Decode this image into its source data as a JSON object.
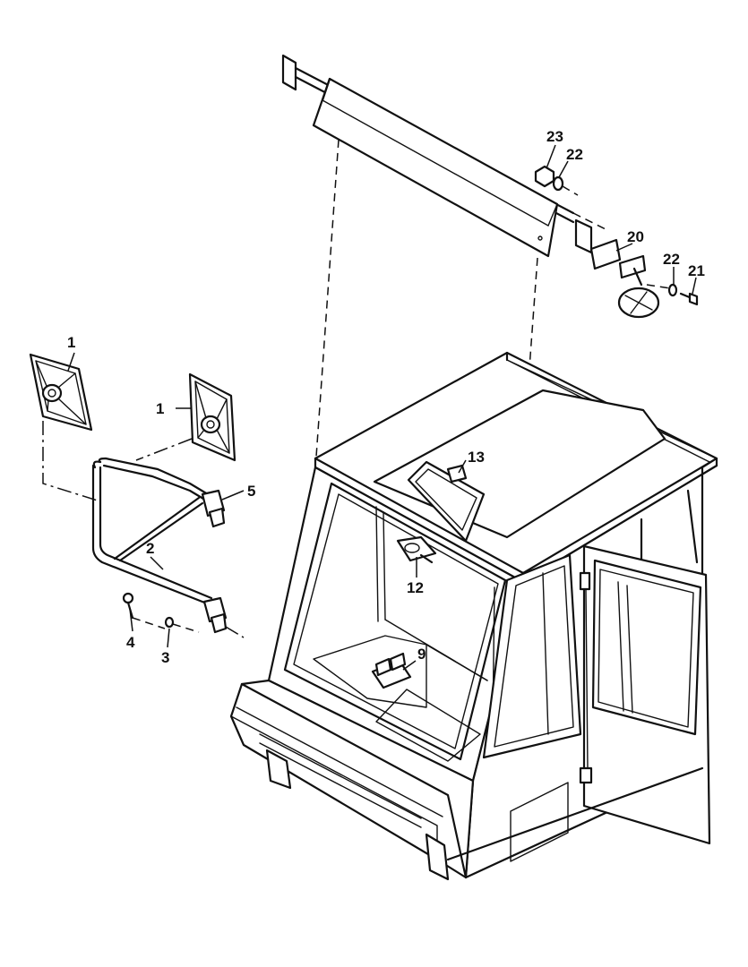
{
  "callouts": [
    {
      "id": "c1a",
      "text": "1"
    },
    {
      "id": "c1b",
      "text": "1"
    },
    {
      "id": "c2",
      "text": "2"
    },
    {
      "id": "c3",
      "text": "3"
    },
    {
      "id": "c4",
      "text": "4"
    },
    {
      "id": "c5",
      "text": "5"
    },
    {
      "id": "c9",
      "text": "9"
    },
    {
      "id": "c12",
      "text": "12"
    },
    {
      "id": "c13",
      "text": "13"
    },
    {
      "id": "c20",
      "text": "20"
    },
    {
      "id": "c21",
      "text": "21"
    },
    {
      "id": "c22a",
      "text": "22"
    },
    {
      "id": "c22b",
      "text": "22"
    },
    {
      "id": "c23",
      "text": "23"
    }
  ]
}
